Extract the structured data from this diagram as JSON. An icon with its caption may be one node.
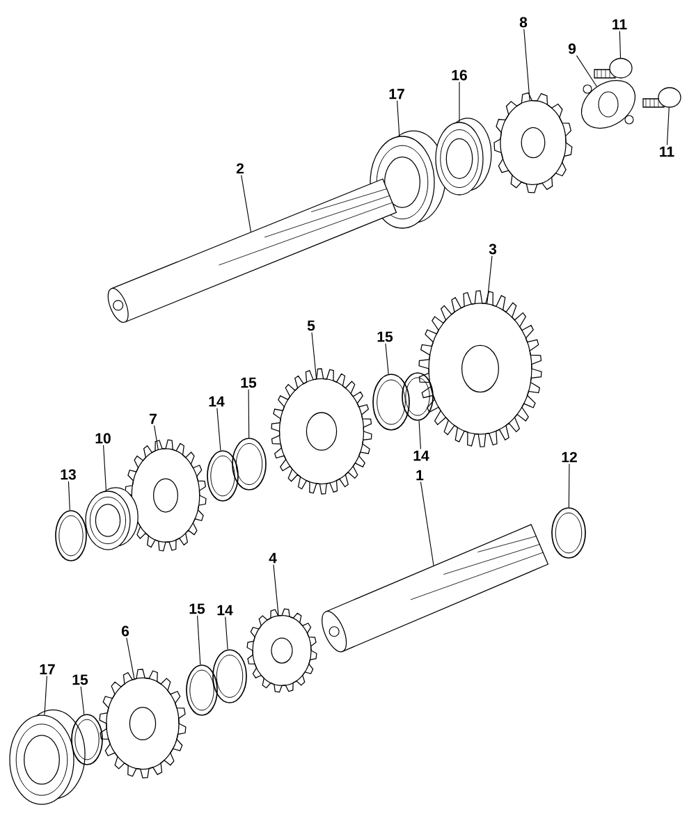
{
  "diagram": {
    "nodes": [
      {
        "text": [
          "8"
        ]
      },
      {
        "text": [
          "9"
        ]
      },
      {
        "text": [
          "11"
        ]
      },
      {
        "text": [
          "17"
        ]
      },
      {
        "text": [
          "16"
        ]
      },
      {
        "text": [
          "11"
        ]
      },
      {
        "text": [
          "2"
        ]
      },
      {
        "text": [
          "3"
        ]
      },
      {
        "text": [
          "5"
        ]
      },
      {
        "text": [
          "15"
        ]
      },
      {
        "text": [
          "15"
        ]
      },
      {
        "text": [
          "14"
        ]
      },
      {
        "text": [
          "7"
        ]
      },
      {
        "text": [
          "10"
        ]
      },
      {
        "text": [
          "14"
        ]
      },
      {
        "text": [
          "12"
        ]
      },
      {
        "text": [
          "13"
        ]
      },
      {
        "text": [
          "1"
        ]
      },
      {
        "text": [
          "4"
        ]
      },
      {
        "text": [
          "15"
        ]
      },
      {
        "text": [
          "14"
        ]
      },
      {
        "text": [
          "6"
        ]
      },
      {
        "text": [
          "17"
        ]
      },
      {
        "text": [
          "15"
        ]
      },
      {
        "text": [],
        "shape": "circle"
      },
      {
        "text": [],
        "shape": "picture"
      },
      {
        "text": [],
        "shape": "picture"
      },
      {
        "text": [],
        "shape": "circle"
      },
      {
        "text": [],
        "shape": "circle"
      },
      {
        "text": [],
        "shape": "picture"
      },
      {
        "text": [],
        "shape": "bar"
      },
      {
        "text": [],
        "shape": "circle"
      },
      {
        "text": [],
        "shape": "circle"
      },
      {
        "text": [],
        "shape": "circle"
      },
      {
        "text": [],
        "shape": "circle"
      },
      {
        "text": [],
        "shape": "circle"
      },
      {
        "text": [],
        "shape": "circle"
      },
      {
        "text": [],
        "shape": "circle"
      },
      {
        "text": [],
        "shape": "circle"
      },
      {
        "text": [],
        "shape": "circle"
      },
      {
        "text": [],
        "shape": "circle"
      },
      {
        "text": [],
        "shape": "bar"
      },
      {
        "text": [],
        "shape": "circle"
      },
      {
        "text": [],
        "shape": "circle"
      },
      {
        "text": [],
        "shape": "circle"
      },
      {
        "text": [],
        "shape": "circle"
      },
      {
        "text": [],
        "shape": "circle"
      },
      {
        "text": [],
        "shape": "circle"
      }
    ],
    "edges": [
      {
        "from": 0,
        "to": 24,
        "arrow": "none"
      },
      {
        "from": 1,
        "to": 25,
        "arrow": "none"
      },
      {
        "from": 2,
        "to": 26,
        "arrow": "none"
      },
      {
        "from": 3,
        "to": 27,
        "arrow": "none"
      },
      {
        "from": 4,
        "to": 28,
        "arrow": "none"
      },
      {
        "from": 5,
        "to": 29,
        "arrow": "none"
      },
      {
        "from": 6,
        "to": 30,
        "arrow": "none"
      },
      {
        "from": 7,
        "to": 31,
        "arrow": "none"
      },
      {
        "from": 8,
        "to": 32,
        "arrow": "none"
      },
      {
        "from": 9,
        "to": 33,
        "arrow": "none"
      },
      {
        "from": 10,
        "to": 34,
        "arrow": "none"
      },
      {
        "from": 11,
        "to": 35,
        "arrow": "none"
      },
      {
        "from": 12,
        "to": 36,
        "arrow": "none"
      },
      {
        "from": 13,
        "to": 37,
        "arrow": "none"
      },
      {
        "from": 14,
        "to": 38,
        "arrow": "none"
      },
      {
        "from": 15,
        "to": 39,
        "arrow": "none"
      },
      {
        "from": 16,
        "to": 40,
        "arrow": "none"
      },
      {
        "from": 17,
        "to": 41,
        "arrow": "none"
      },
      {
        "from": 18,
        "to": 42,
        "arrow": "none"
      },
      {
        "from": 19,
        "to": 43,
        "arrow": "none"
      },
      {
        "from": 20,
        "to": 44,
        "arrow": "none"
      },
      {
        "from": 21,
        "to": 45,
        "arrow": "none"
      },
      {
        "from": 22,
        "to": 46,
        "arrow": "none"
      },
      {
        "from": 23,
        "to": 47,
        "arrow": "none"
      }
    ]
  }
}
